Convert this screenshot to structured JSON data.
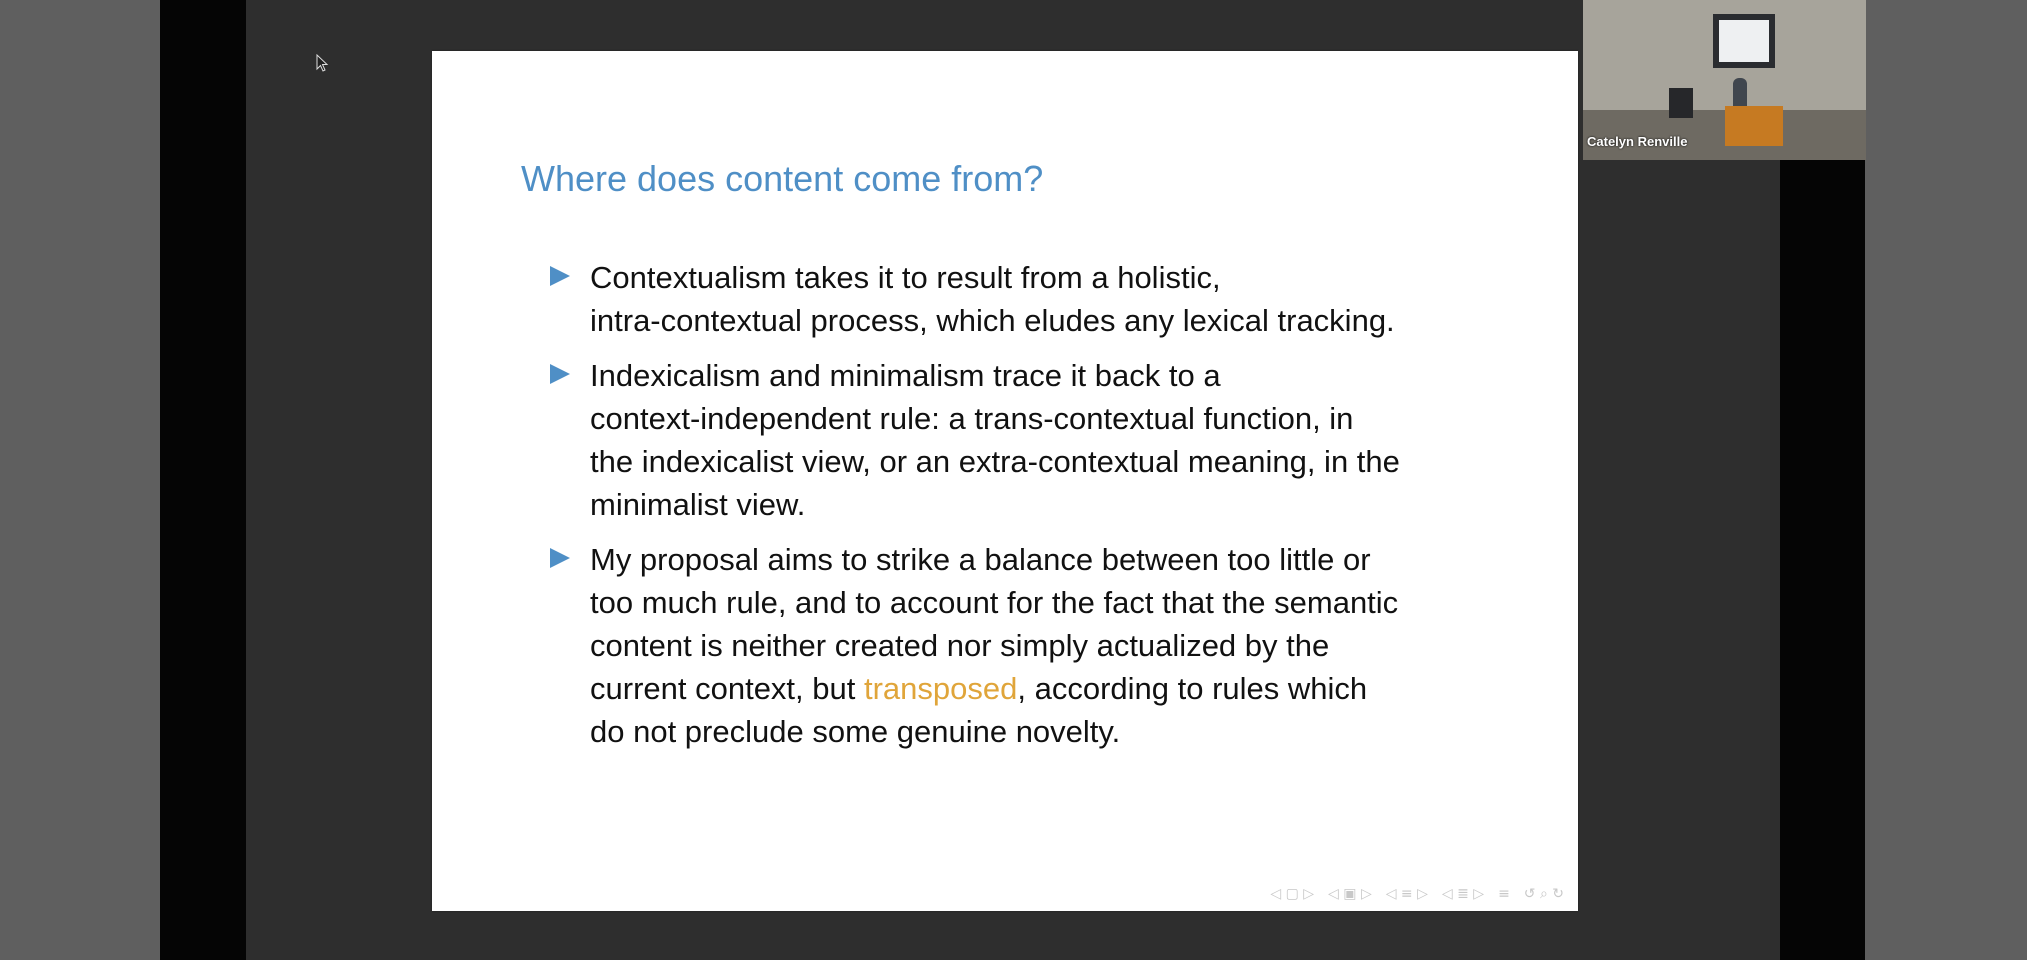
{
  "slide": {
    "title": "Where does content come from?",
    "bullets": [
      {
        "lines": [
          "Contextualism takes it to result from a holistic,",
          "intra-contextual process, which eludes any lexical tracking."
        ]
      },
      {
        "lines": [
          "Indexicalism and minimalism trace it back to a",
          "context-independent rule: a trans-contextual function, in",
          "the indexicalist view, or an extra-contextual meaning, in the",
          "minimalist view."
        ]
      },
      {
        "lines": [
          "My proposal aims to strike a balance between too little or",
          "too much rule, and to account for the fact that the semantic",
          "content is neither created nor simply actualized by the"
        ],
        "line4_pre": "current context, but ",
        "line4_highlight": "transposed",
        "line4_post": ", according to rules which",
        "line5": "do not preclude some genuine novelty."
      }
    ],
    "highlight_color": "#e0a53a",
    "title_color": "#4f8fc6",
    "nav_icons": [
      "slide-icon",
      "frame-icon",
      "subsection-icon",
      "section-icon",
      "align-icon",
      "search-icon"
    ]
  },
  "video": {
    "participant_name": "Catelyn Renville"
  }
}
